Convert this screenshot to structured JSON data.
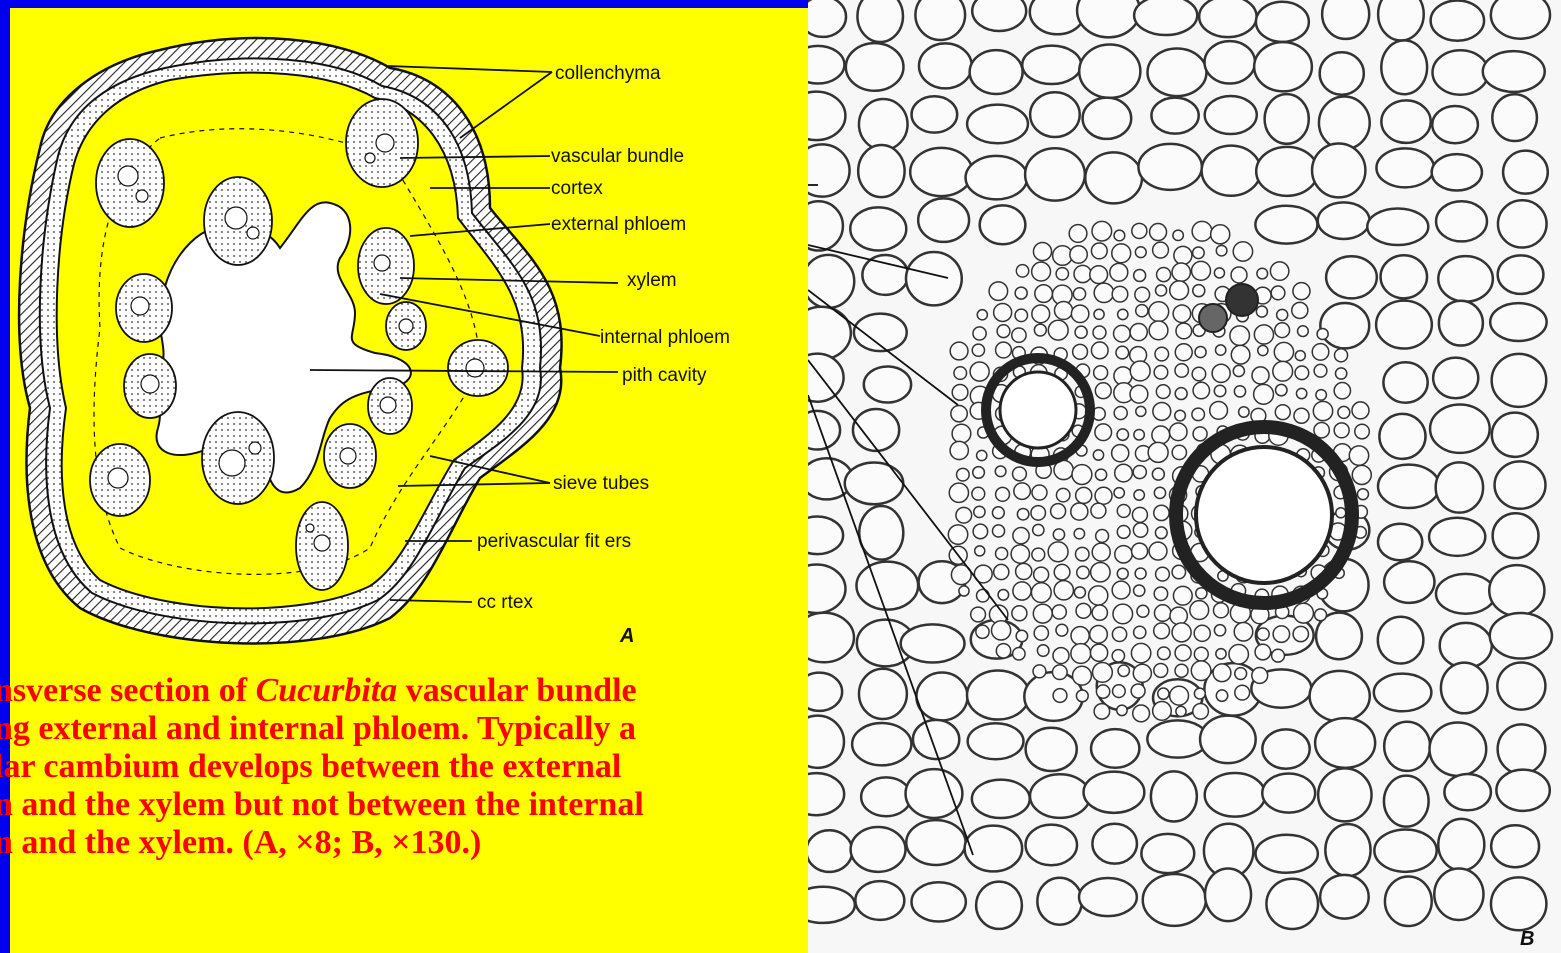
{
  "colors": {
    "frame": "#0000ee",
    "panel_a_background": "#ffff00",
    "caption_text": "#ff0000",
    "panel_b_background": "#f7f7f7"
  },
  "panel_a": {
    "panel_label": "A",
    "labels": {
      "collenchyma": "collenchyma",
      "vascular_bundle": "vascular bundle",
      "cortex_top": "cortex",
      "external_phloem": "external phloem",
      "xylem": "xylem",
      "internal_phloem": "internal phloem",
      "pith_cavity": "pith cavity",
      "sieve_tubes": "sieve tubes",
      "perivascular_fibers": "perivascular fit ers",
      "cortex_bottom": "cc rtex"
    }
  },
  "panel_b": {
    "panel_label": "B"
  },
  "caption": {
    "lines": [
      {
        "before": "nsverse section of ",
        "italic": "Cucurbita",
        "after": " vascular bundle"
      },
      {
        "before": "ng external and internal phloem. Typically a",
        "italic": "",
        "after": ""
      },
      {
        "before": "lar cambium develops between the external",
        "italic": "",
        "after": ""
      },
      {
        "before": "n and the xylem but not between the internal",
        "italic": "",
        "after": ""
      },
      {
        "before": "n and the xylem. (A,  ×8;  B,  ×130.)",
        "italic": "",
        "after": ""
      }
    ]
  }
}
